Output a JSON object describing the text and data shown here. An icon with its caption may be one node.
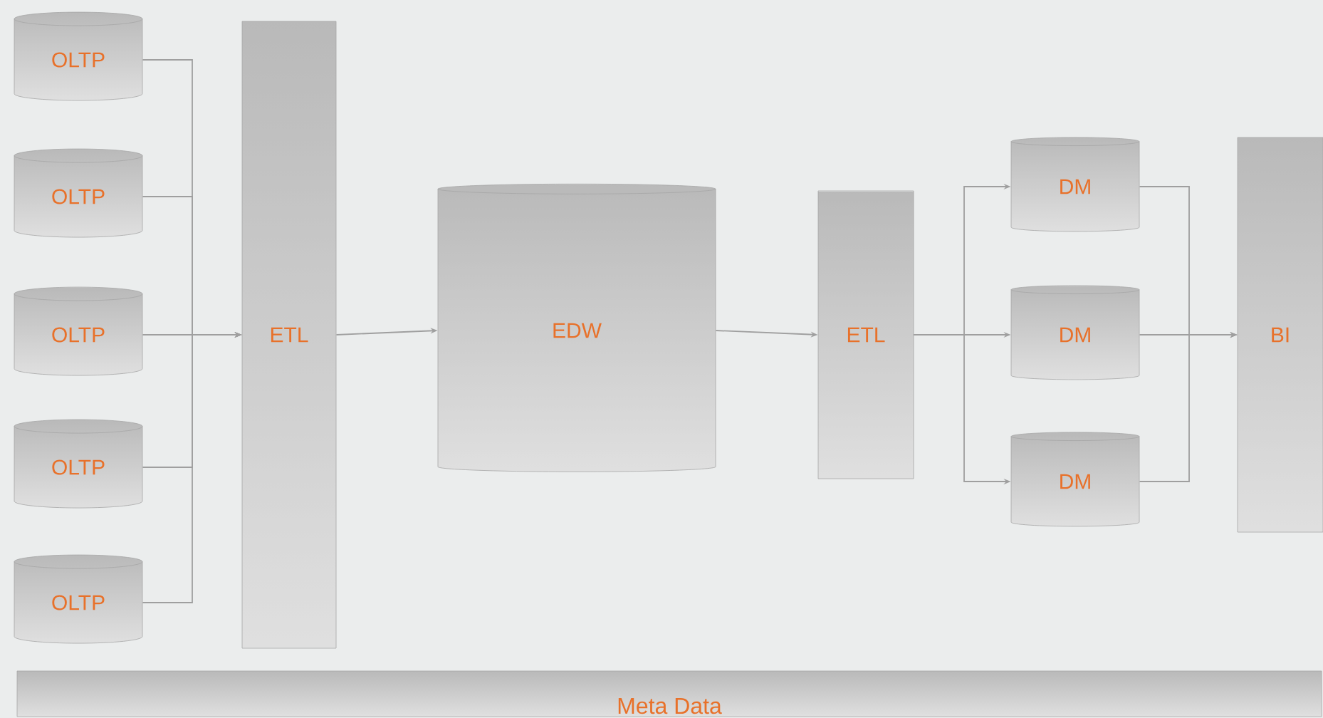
{
  "diagram": {
    "nodes": [
      {
        "text": [
          "OLTP"
        ]
      },
      {
        "text": [
          "OLTP"
        ]
      },
      {
        "text": [
          "OLTP"
        ]
      },
      {
        "text": [
          "OLTP"
        ]
      },
      {
        "text": [
          "OLTP"
        ]
      },
      {
        "text": [
          "ETL"
        ]
      },
      {
        "text": [
          "EDW"
        ]
      },
      {
        "text": [
          "ETL"
        ]
      },
      {
        "text": [
          "DM"
        ]
      },
      {
        "text": [
          "DM"
        ]
      },
      {
        "text": [
          "DM"
        ]
      },
      {
        "text": [
          "BI"
        ]
      },
      {
        "text": [
          "Meta Data"
        ]
      }
    ],
    "edges": [
      {
        "from": 0,
        "to": 5,
        "arrow": "to"
      },
      {
        "from": 1,
        "to": 5,
        "arrow": "to"
      },
      {
        "from": 2,
        "to": 5,
        "arrow": "to"
      },
      {
        "from": 3,
        "to": 5,
        "arrow": "to"
      },
      {
        "from": 4,
        "to": 5,
        "arrow": "to"
      },
      {
        "from": 5,
        "to": 6,
        "arrow": "to"
      },
      {
        "from": 6,
        "to": 7,
        "arrow": "to"
      },
      {
        "from": 7,
        "to": 8,
        "arrow": "to"
      },
      {
        "from": 7,
        "to": 9,
        "arrow": "to"
      },
      {
        "from": 7,
        "to": 10,
        "arrow": "to"
      },
      {
        "from": 8,
        "to": 11,
        "arrow": "to"
      },
      {
        "from": 9,
        "to": 11,
        "arrow": "to"
      },
      {
        "from": 10,
        "to": 11,
        "arrow": "to"
      }
    ]
  }
}
